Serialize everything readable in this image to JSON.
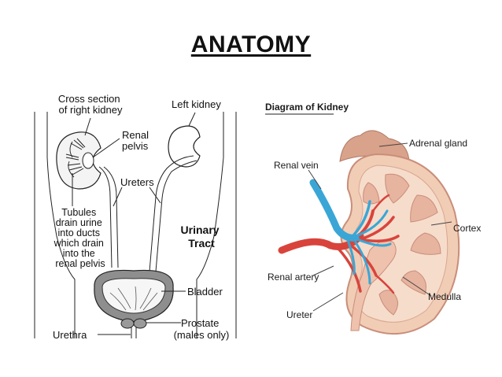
{
  "title": "ANATOMY",
  "left_diagram": {
    "labels": {
      "cross_section": [
        "Cross section",
        "of right kidney"
      ],
      "left_kidney": "Left kidney",
      "renal_pelvis": [
        "Renal",
        "pelvis"
      ],
      "ureters": "Ureters",
      "tubules": [
        "Tubules",
        "drain urine",
        "into ducts",
        "which drain",
        "into the",
        "renal pelvis"
      ],
      "urinary_tract": [
        "Urinary",
        "Tract"
      ],
      "bladder": "Bladder",
      "urethra": "Urethra",
      "prostate": [
        "Prostate",
        "(males only)"
      ]
    }
  },
  "right_diagram": {
    "heading": "Diagram of Kidney",
    "labels": {
      "adrenal_gland": "Adrenal gland",
      "renal_vein": "Renal vein",
      "cortex": "Cortex",
      "renal_artery": "Renal artery",
      "medulla": "Medulla",
      "ureter": "Ureter"
    }
  },
  "colors": {
    "vein": "#3aa6d6",
    "artery": "#d8443c",
    "kidney_tissue": "#f1cdb5",
    "kidney_outline": "#c98e7a",
    "adrenal": "#d9a28a",
    "bladder_fill": "#8e8e8e"
  }
}
